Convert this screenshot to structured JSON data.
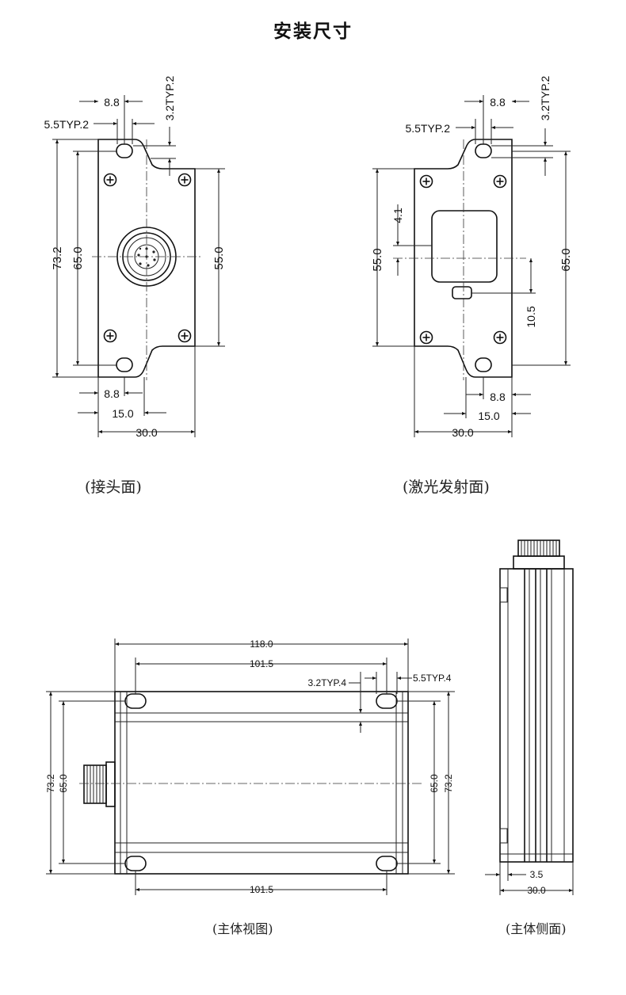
{
  "title": "安装尺寸",
  "views": {
    "connector_face": {
      "caption": "(接头面)",
      "dims": {
        "hole_spacing": "8.8",
        "hole_dia": "5.5TYP.2",
        "slot": "3.2TYP.2",
        "height_outer": "73.2",
        "height_holes": "65.0",
        "height_body": "55.0",
        "bottom_offset": "8.8",
        "half_width": "15.0",
        "width": "30.0"
      }
    },
    "laser_face": {
      "caption": "(激光发射面)",
      "dims": {
        "hole_spacing": "8.8",
        "hole_dia": "5.5TYP.2",
        "slot": "3.2TYP.2",
        "window_offset": "4.1",
        "height_body": "55.0",
        "height_holes": "65.0",
        "emitter_offset": "10.5",
        "bottom_offset": "8.8",
        "half_width": "15.0",
        "width": "30.0"
      }
    },
    "main_top": {
      "caption": "(主体视图)",
      "dims": {
        "length_total": "118.0",
        "hole_spacing_top": "101.5",
        "slot": "3.2TYP.4",
        "hole_dia": "5.5TYP.4",
        "height_outer": "73.2",
        "height_holes": "65.0",
        "height_holes_right": "65.0",
        "height_outer_right": "73.2",
        "hole_spacing_bottom": "101.5"
      }
    },
    "main_side": {
      "caption": "(主体侧面)",
      "dims": {
        "flange": "3.5",
        "width": "30.0"
      }
    }
  }
}
